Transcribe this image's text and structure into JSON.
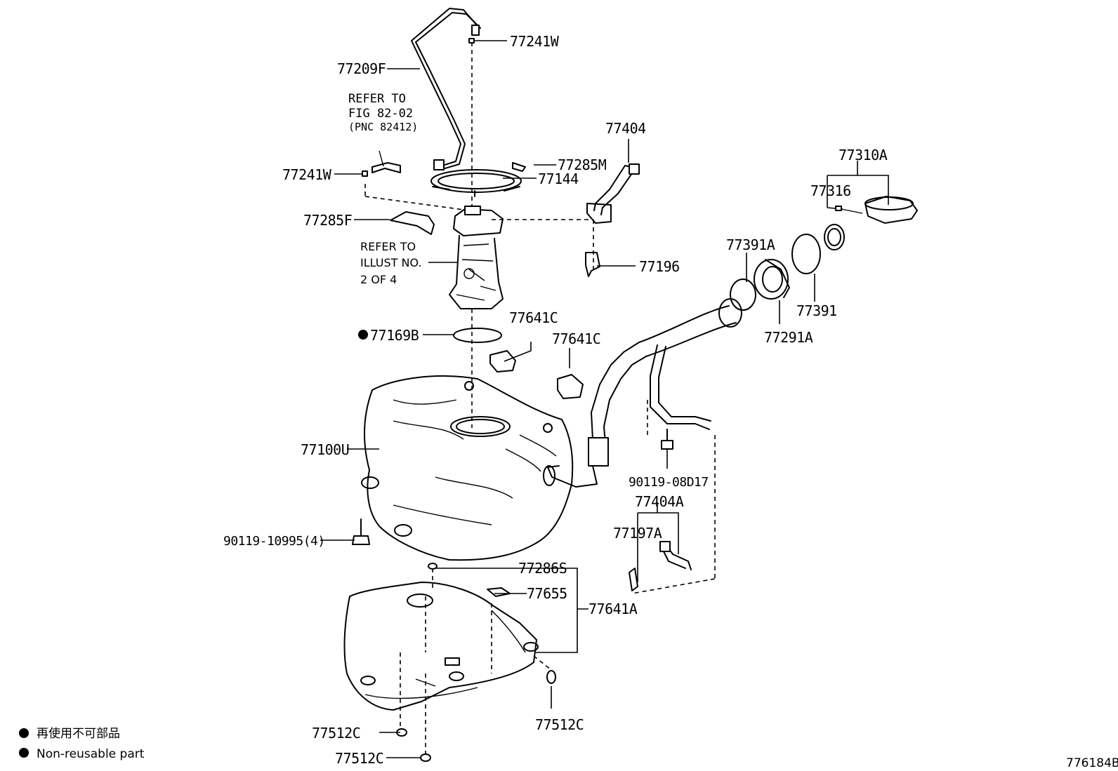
{
  "parts": {
    "p77241w_top": "77241W",
    "p77209f": "77209F",
    "p77241w_left": "77241W",
    "p77285m": "77285M",
    "p77144": "77144",
    "p77404": "77404",
    "p77310a": "77310A",
    "p77316": "77316",
    "p77285f": "77285F",
    "p77196": "77196",
    "p77391a": "77391A",
    "p77391": "77391",
    "p77291a": "77291A",
    "p77169b": "77169B",
    "p77641c_1": "77641C",
    "p77641c_2": "77641C",
    "p77100u": "77100U",
    "p90119_08d17": "90119-08D17",
    "p77404a": "77404A",
    "p77197a": "77197A",
    "p90119_10995": "90119-10995(4)",
    "p77286s": "77286S",
    "p77655": "77655",
    "p77641a": "77641A",
    "p77512c_1": "77512C",
    "p77512c_2": "77512C",
    "p77512c_3": "77512C"
  },
  "notes": {
    "refer_fig": [
      "REFER TO",
      "FIG 82-02",
      "(PNC 82412)"
    ],
    "refer_illust": [
      "REFER TO",
      "ILLUST NO.",
      "2 OF 4"
    ]
  },
  "legend": {
    "line1": "再使用不可部品",
    "line2": "Non-reusable part"
  },
  "figure_code": "776184B"
}
